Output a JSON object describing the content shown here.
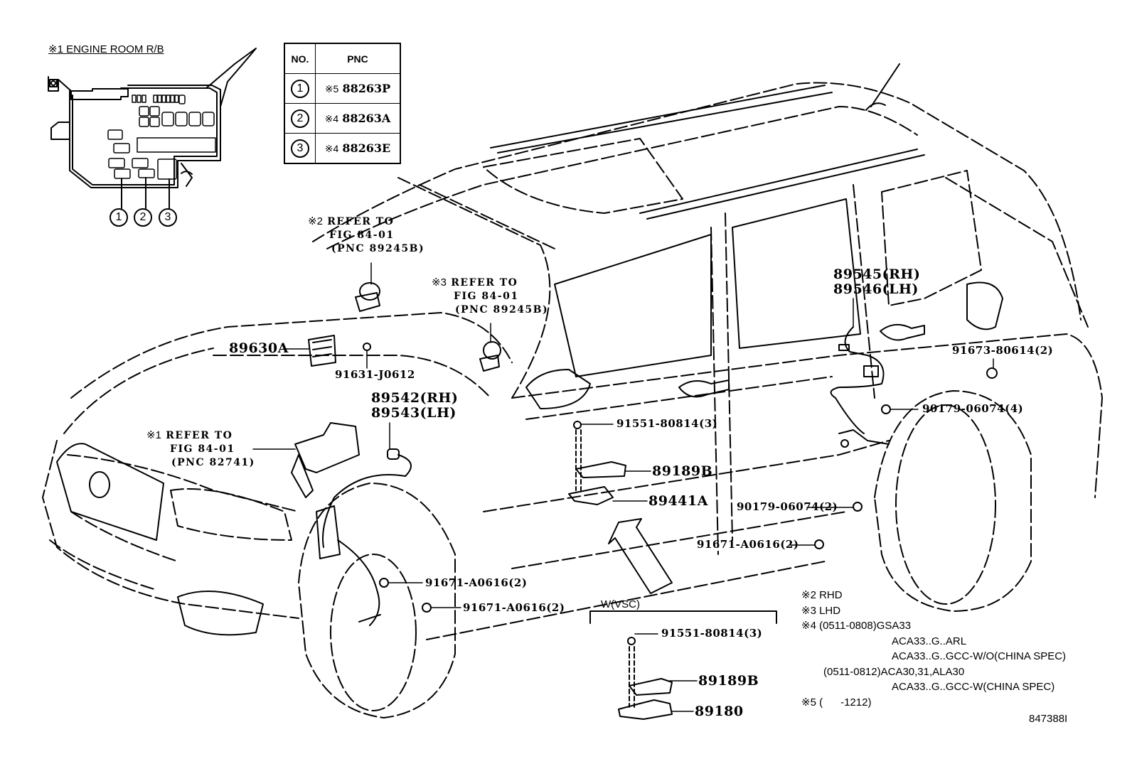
{
  "inset": {
    "title": "※1 ENGINE ROOM R/B",
    "callouts": [
      "1",
      "2",
      "3"
    ]
  },
  "pnc_table": {
    "headers": [
      "NO.",
      "PNC"
    ],
    "rows": [
      {
        "no": "1",
        "mark": "※5",
        "pnc": "88263P"
      },
      {
        "no": "2",
        "mark": "※4",
        "pnc": "88263A"
      },
      {
        "no": "3",
        "mark": "※4",
        "pnc": "88263E"
      }
    ]
  },
  "references": {
    "ref2": {
      "mark": "※2",
      "line1": "REFER TO",
      "line2": "FIG 84-01",
      "line3": "(PNC 89245B)"
    },
    "ref3": {
      "mark": "※3",
      "line1": "REFER TO",
      "line2": "FIG 84-01",
      "line3": "(PNC 89245B)"
    },
    "ref1": {
      "mark": "※1",
      "line1": "REFER TO",
      "line2": "FIG 84-01",
      "line3": "(PNC 82741)"
    }
  },
  "parts": {
    "p89630A": "89630A",
    "p91631": "91631-J0612",
    "p89542": "89542(RH)",
    "p89543": "89543(LH)",
    "p89545": "89545(RH)",
    "p89546": "89546(LH)",
    "p91673": "91673-80614(2)",
    "p90179_4": "90179-06074(4)",
    "p91551_main": "91551-80814(3)",
    "p89189B_main": "89189B",
    "p89441A": "89441A",
    "p90179_2": "90179-06074(2)",
    "p91671_right": "91671-A0616(2)",
    "p91671_a": "91671-A0616(2)",
    "p91671_b": "91671-A0616(2)"
  },
  "vsc_group": {
    "title": "W(VSC)",
    "p91551": "91551-80814(3)",
    "p89189B": "89189B",
    "p89180": "89180"
  },
  "notes": [
    "※2 RHD",
    "※3 LHD",
    "※4 (0511-0808)GSA33",
    "ACA33..G..ARL",
    "ACA33..G..GCC-W/O(CHINA SPEC)",
    "(0511-0812)ACA30,31,ALA30",
    "ACA33..G..GCC-W(CHINA SPEC)",
    "※5 (      -1212)"
  ],
  "figure_id": "847388I"
}
